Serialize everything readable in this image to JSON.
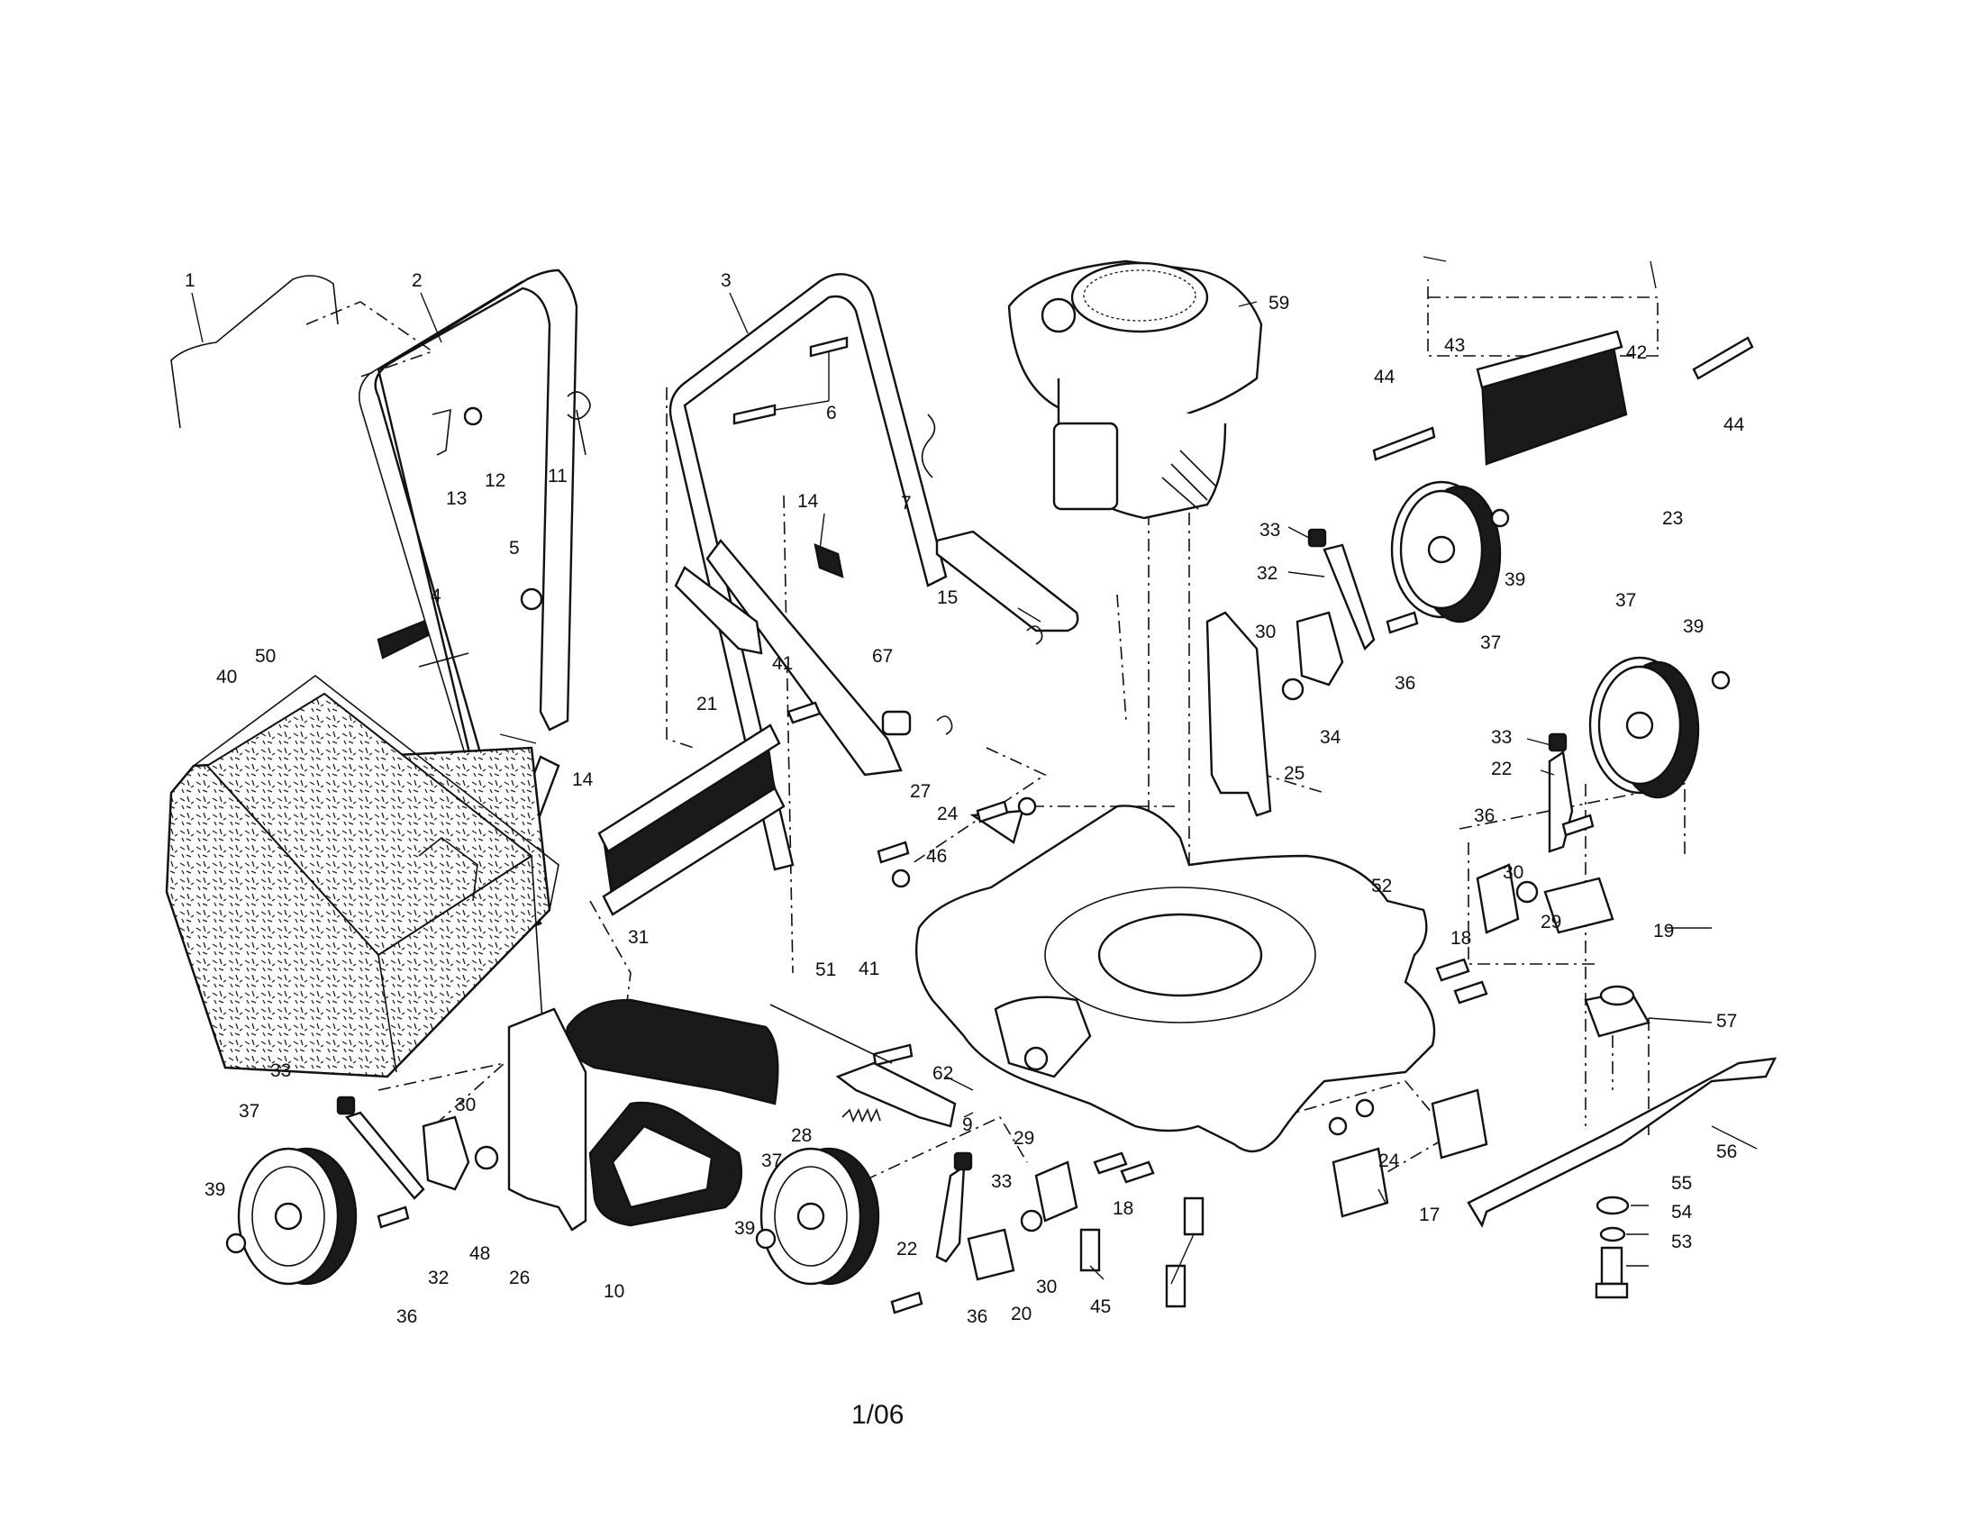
{
  "labels": [
    {
      "id": "p1",
      "text": "1"
    },
    {
      "id": "p2",
      "text": "2"
    },
    {
      "id": "p3",
      "text": "3"
    },
    {
      "id": "p4",
      "text": "4"
    },
    {
      "id": "p5",
      "text": "5"
    },
    {
      "id": "p6",
      "text": "6"
    },
    {
      "id": "p7",
      "text": "7"
    },
    {
      "id": "p9",
      "text": "9"
    },
    {
      "id": "p10",
      "text": "10"
    },
    {
      "id": "p11",
      "text": "11"
    },
    {
      "id": "p12",
      "text": "12"
    },
    {
      "id": "p13",
      "text": "13"
    },
    {
      "id": "p14a",
      "text": "14"
    },
    {
      "id": "p14b",
      "text": "14"
    },
    {
      "id": "p15",
      "text": "15"
    },
    {
      "id": "p17",
      "text": "17"
    },
    {
      "id": "p18a",
      "text": "18"
    },
    {
      "id": "p18b",
      "text": "18"
    },
    {
      "id": "p19",
      "text": "19"
    },
    {
      "id": "p20",
      "text": "20"
    },
    {
      "id": "p21",
      "text": "21"
    },
    {
      "id": "p22a",
      "text": "22"
    },
    {
      "id": "p22b",
      "text": "22"
    },
    {
      "id": "p23",
      "text": "23"
    },
    {
      "id": "p24a",
      "text": "24"
    },
    {
      "id": "p24b",
      "text": "24"
    },
    {
      "id": "p25",
      "text": "25"
    },
    {
      "id": "p26",
      "text": "26"
    },
    {
      "id": "p27",
      "text": "27"
    },
    {
      "id": "p28",
      "text": "28"
    },
    {
      "id": "p29a",
      "text": "29"
    },
    {
      "id": "p29b",
      "text": "29"
    },
    {
      "id": "p30a",
      "text": "30"
    },
    {
      "id": "p30b",
      "text": "30"
    },
    {
      "id": "p30c",
      "text": "30"
    },
    {
      "id": "p30d",
      "text": "30"
    },
    {
      "id": "p31",
      "text": "31"
    },
    {
      "id": "p32a",
      "text": "32"
    },
    {
      "id": "p32b",
      "text": "32"
    },
    {
      "id": "p33a",
      "text": "33"
    },
    {
      "id": "p33b",
      "text": "33"
    },
    {
      "id": "p33c",
      "text": "33"
    },
    {
      "id": "p33d",
      "text": "33"
    },
    {
      "id": "p34",
      "text": "34"
    },
    {
      "id": "p36a",
      "text": "36"
    },
    {
      "id": "p36b",
      "text": "36"
    },
    {
      "id": "p36c",
      "text": "36"
    },
    {
      "id": "p36d",
      "text": "36"
    },
    {
      "id": "p37a",
      "text": "37"
    },
    {
      "id": "p37b",
      "text": "37"
    },
    {
      "id": "p37c",
      "text": "37"
    },
    {
      "id": "p37d",
      "text": "37"
    },
    {
      "id": "p39a",
      "text": "39"
    },
    {
      "id": "p39b",
      "text": "39"
    },
    {
      "id": "p39c",
      "text": "39"
    },
    {
      "id": "p39d",
      "text": "39"
    },
    {
      "id": "p40",
      "text": "40"
    },
    {
      "id": "p41a",
      "text": "41"
    },
    {
      "id": "p41b",
      "text": "41"
    },
    {
      "id": "p42",
      "text": "42"
    },
    {
      "id": "p43",
      "text": "43"
    },
    {
      "id": "p44a",
      "text": "44"
    },
    {
      "id": "p44b",
      "text": "44"
    },
    {
      "id": "p45",
      "text": "45"
    },
    {
      "id": "p46",
      "text": "46"
    },
    {
      "id": "p48",
      "text": "48"
    },
    {
      "id": "p50",
      "text": "50"
    },
    {
      "id": "p51",
      "text": "51"
    },
    {
      "id": "p52",
      "text": "52"
    },
    {
      "id": "p53",
      "text": "53"
    },
    {
      "id": "p54",
      "text": "54"
    },
    {
      "id": "p55",
      "text": "55"
    },
    {
      "id": "p56",
      "text": "56"
    },
    {
      "id": "p57",
      "text": "57"
    },
    {
      "id": "p59",
      "text": "59"
    },
    {
      "id": "p62",
      "text": "62"
    },
    {
      "id": "p67",
      "text": "67"
    }
  ],
  "footer": "1/06"
}
